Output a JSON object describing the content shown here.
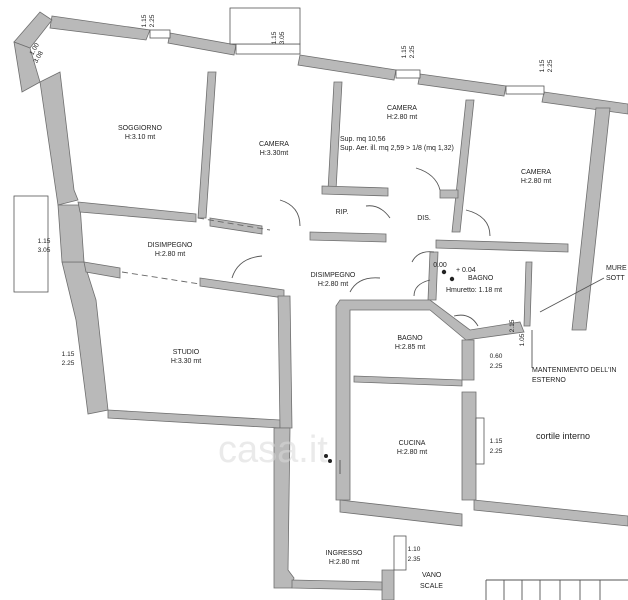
{
  "rooms": {
    "soggiorno": {
      "name": "SOGGIORNO",
      "height": "H:3.10 mt"
    },
    "camera1": {
      "name": "CAMERA",
      "height": "H:3.30mt"
    },
    "camera2": {
      "name": "CAMERA",
      "height": "H:2.80 mt",
      "sup": "Sup. mq 10,56",
      "sup_aer": "Sup. Aer. ill. mq 2,59 > 1/8 (mq 1,32)"
    },
    "camera3": {
      "name": "CAMERA",
      "height": "H:2.80 mt"
    },
    "rip": {
      "name": "RIP."
    },
    "dis": {
      "name": "DIS."
    },
    "disimpegno1": {
      "name": "DISIMPEGNO",
      "height": "H:2.80 mt"
    },
    "disimpegno2": {
      "name": "DISIMPEGNO",
      "height": "H:2.80 mt"
    },
    "bagno1": {
      "name": "BAGNO",
      "level": "0.00",
      "step": "+ 0.04",
      "muretto": "Hmuretto: 1.18 mt"
    },
    "bagno2": {
      "name": "BAGNO",
      "height": "H:2.85 mt"
    },
    "studio": {
      "name": "STUDIO",
      "height": "H:3.30 mt"
    },
    "cucina": {
      "name": "CUCINA",
      "height": "H:2.80 mt"
    },
    "ingresso": {
      "name": "INGRESSO",
      "height": "H:2.80 mt"
    },
    "vano_scale": {
      "line1": "VANO",
      "line2": "SCALE"
    },
    "cortile": {
      "name": "cortile interno"
    }
  },
  "annotations": {
    "muretto_1": "MURE",
    "muretto_2": "SOTT",
    "mantenimento_1": "MANTENIMENTO DELL'IN",
    "mantenimento_2": "ESTERNO"
  },
  "window_dims": {
    "w1_top": "1.15",
    "w1_bot": "2.25",
    "w2_top": "1.15",
    "w2_bot": "3.05",
    "w3_top": "1.15",
    "w3_bot": "2.25",
    "w4_top": "1.15",
    "w4_bot": "2.25",
    "w5_top": "1.00",
    "w5_bot": "3.08",
    "w6_top": "1.15",
    "w6_bot": "3.05",
    "w7_top": "1.15",
    "w7_bot": "2.25",
    "w8_top": "0.60",
    "w8_bot": "2.25",
    "w9_top": "1.15",
    "w9_bot": "2.25",
    "w10_top": "1.10",
    "w10_bot": "2.35",
    "w11_top": "2.15",
    "w11_bot": "1.05"
  },
  "watermark": "casa.it"
}
